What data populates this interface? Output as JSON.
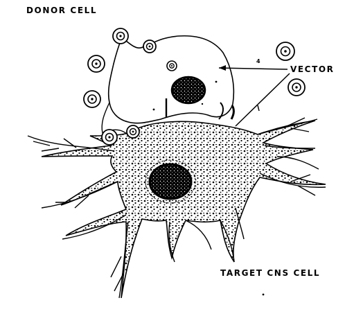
{
  "labels": {
    "donor_cell": "DONOR CELL",
    "vector": "VECTOR",
    "target_cell": "TARGET CNS CELL",
    "annotation_number": "4"
  },
  "colors": {
    "ink": "#000000",
    "paper": "#ffffff"
  }
}
